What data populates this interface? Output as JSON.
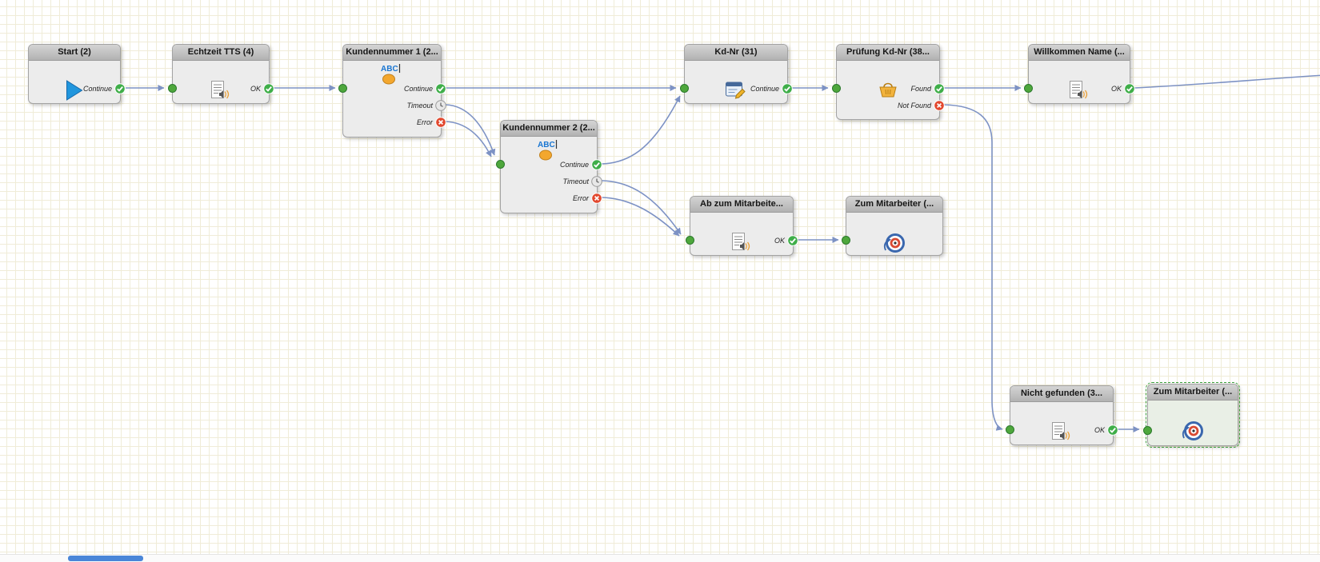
{
  "palette": {
    "connector": "#7d92c4",
    "success": "#3fae49",
    "error": "#e2482e",
    "timeout": "#e8e8e8",
    "input_port": "#4ea73c",
    "selection": "#3da03d",
    "grid_line": "#f0ecd8",
    "scroll_thumb": "#4a86d8"
  },
  "nodes": [
    {
      "id": "start",
      "title": "Start (2)",
      "icon": "play-icon",
      "outputs": [
        {
          "label": "Continue",
          "status": "success"
        }
      ]
    },
    {
      "id": "echtzeit-tts",
      "title": "Echtzeit TTS (4)",
      "icon": "tts-icon",
      "outputs": [
        {
          "label": "OK",
          "status": "success"
        }
      ]
    },
    {
      "id": "kundennummer-1",
      "title": "Kundennummer 1 (2...",
      "icon": "text-input-icon",
      "outputs": [
        {
          "label": "Continue",
          "status": "success"
        },
        {
          "label": "Timeout",
          "status": "timeout"
        },
        {
          "label": "Error",
          "status": "error"
        }
      ]
    },
    {
      "id": "kundennummer-2",
      "title": "Kundennummer 2 (2...",
      "icon": "text-input-icon",
      "outputs": [
        {
          "label": "Continue",
          "status": "success"
        },
        {
          "label": "Timeout",
          "status": "timeout"
        },
        {
          "label": "Error",
          "status": "error"
        }
      ]
    },
    {
      "id": "kd-nr",
      "title": "Kd-Nr (31)",
      "icon": "assign-icon",
      "outputs": [
        {
          "label": "Continue",
          "status": "success"
        }
      ]
    },
    {
      "id": "pruefung-kd-nr",
      "title": "Prüfung Kd-Nr (38...",
      "icon": "lookup-icon",
      "outputs": [
        {
          "label": "Found",
          "status": "success"
        },
        {
          "label": "Not Found",
          "status": "error"
        }
      ]
    },
    {
      "id": "willkommen-name",
      "title": "Willkommen Name (...",
      "icon": "tts-icon",
      "outputs": [
        {
          "label": "OK",
          "status": "success"
        }
      ]
    },
    {
      "id": "ab-zum-mitarbeiter",
      "title": "Ab zum Mitarbeite...",
      "icon": "tts-icon",
      "outputs": [
        {
          "label": "OK",
          "status": "success"
        }
      ]
    },
    {
      "id": "zum-mitarbeiter-1",
      "title": "Zum Mitarbeiter (...",
      "icon": "transfer-icon",
      "outputs": []
    },
    {
      "id": "nicht-gefunden",
      "title": "Nicht gefunden (3...",
      "icon": "tts-icon",
      "outputs": [
        {
          "label": "OK",
          "status": "success"
        }
      ]
    },
    {
      "id": "zum-mitarbeiter-2",
      "title": "Zum Mitarbeiter (...",
      "icon": "transfer-icon",
      "outputs": [],
      "selected": true
    }
  ],
  "connections": [
    {
      "from": "start:Continue",
      "to": "echtzeit-tts"
    },
    {
      "from": "echtzeit-tts:OK",
      "to": "kundennummer-1"
    },
    {
      "from": "kundennummer-1:Continue",
      "to": "kd-nr"
    },
    {
      "from": "kundennummer-1:Timeout",
      "to": "kundennummer-2"
    },
    {
      "from": "kundennummer-1:Error",
      "to": "kundennummer-2"
    },
    {
      "from": "kundennummer-2:Continue",
      "to": "kd-nr"
    },
    {
      "from": "kundennummer-2:Timeout",
      "to": "ab-zum-mitarbeiter"
    },
    {
      "from": "kundennummer-2:Error",
      "to": "ab-zum-mitarbeiter"
    },
    {
      "from": "kd-nr:Continue",
      "to": "pruefung-kd-nr"
    },
    {
      "from": "pruefung-kd-nr:Found",
      "to": "willkommen-name"
    },
    {
      "from": "pruefung-kd-nr:Not Found",
      "to": "nicht-gefunden"
    },
    {
      "from": "willkommen-name:OK",
      "to": "offscreen-right"
    },
    {
      "from": "ab-zum-mitarbeiter:OK",
      "to": "zum-mitarbeiter-1"
    },
    {
      "from": "nicht-gefunden:OK",
      "to": "zum-mitarbeiter-2"
    }
  ]
}
